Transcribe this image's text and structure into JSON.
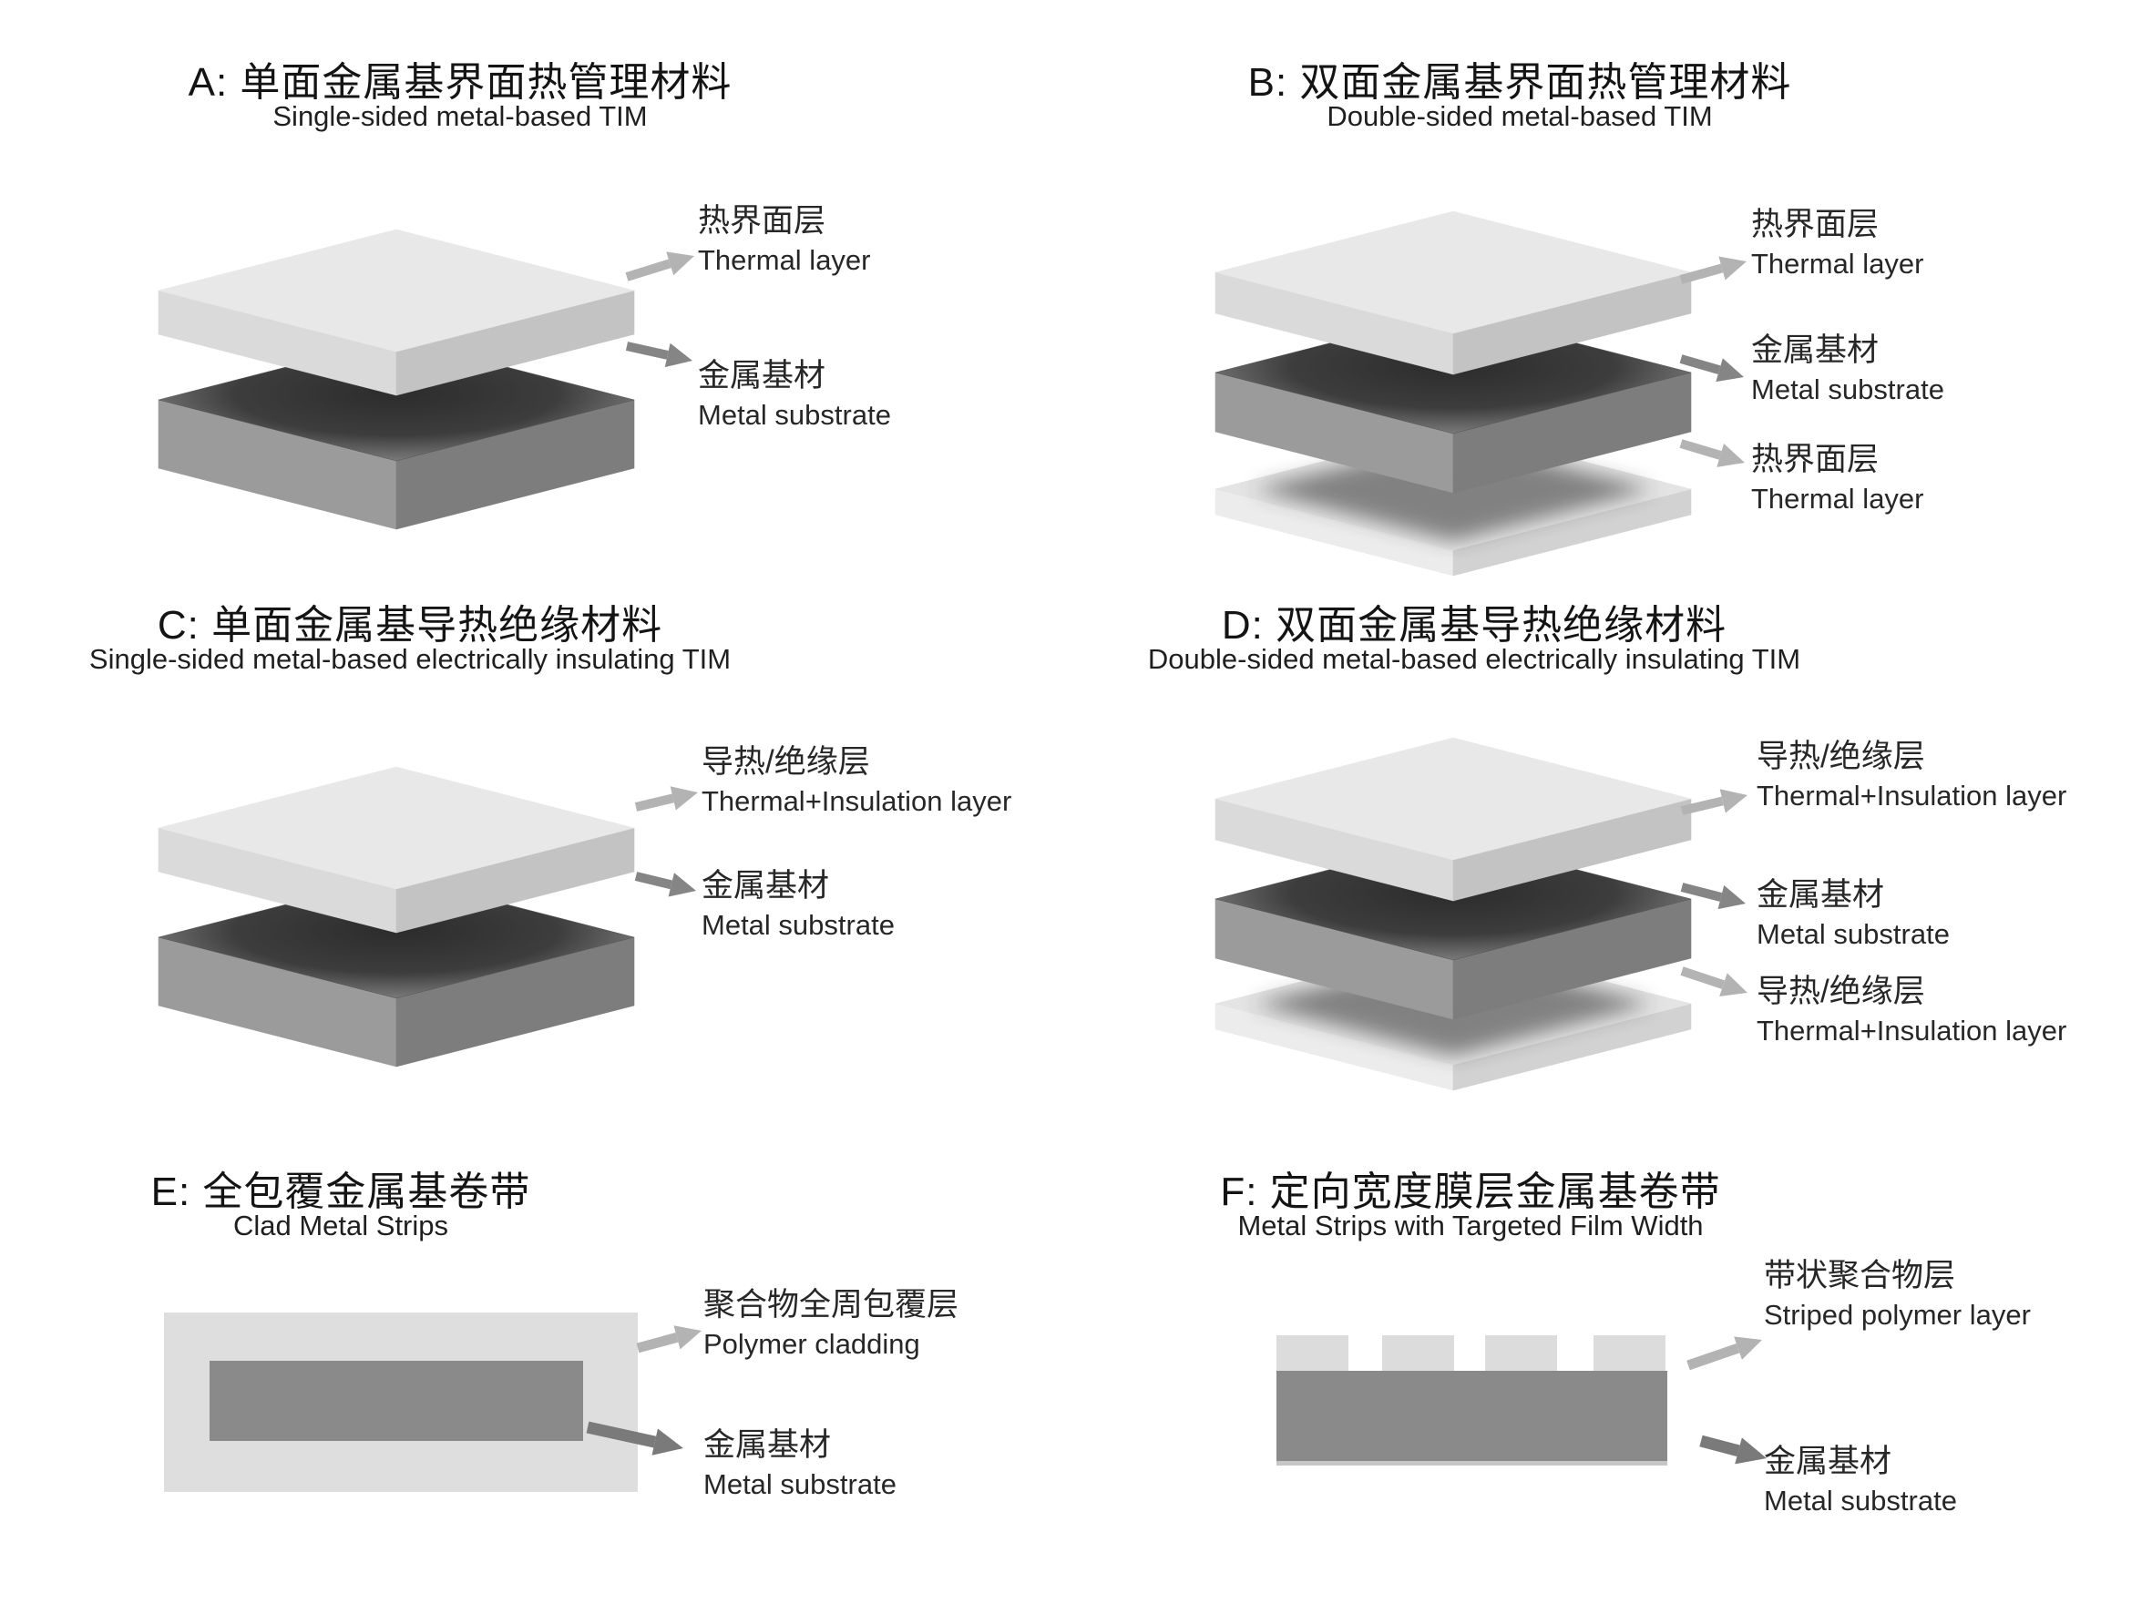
{
  "figure": {
    "description": "Six-panel schematic of metal-based thermal interface material product types",
    "background": "#ffffff"
  },
  "colors": {
    "thermal_layer_top": "#e8e8e8",
    "thermal_layer_left": "#dadada",
    "thermal_layer_right": "#c3c3c3",
    "metal_top_shaded": "#3d3d3d",
    "metal_left": "#9b9b9b",
    "metal_right": "#7d7d7d",
    "thin_layer_top": "#e4e4e4",
    "thin_layer_left": "#ececec",
    "thin_layer_right": "#d2d2d2",
    "polymer_cladding": "#dedede",
    "metal_rect": "#8a8a8a",
    "stripe": "#dcdcdc",
    "bottom_strip": "#c6c6c6",
    "arrow_light": "#b3b3b3",
    "arrow_dark": "#858585",
    "arrow_darker": "#7a7a7a",
    "text": "#141414"
  },
  "panels": [
    {
      "id": "A",
      "title": "A: 单面金属基界面热管理材料",
      "subtitle": "Single-sided metal-based TIM",
      "labels": [
        {
          "zh": "热界面层",
          "en": "Thermal layer"
        },
        {
          "zh": "金属基材",
          "en": "Metal substrate"
        }
      ]
    },
    {
      "id": "B",
      "title": "B: 双面金属基界面热管理材料",
      "subtitle": "Double-sided metal-based TIM",
      "labels": [
        {
          "zh": "热界面层",
          "en": "Thermal layer"
        },
        {
          "zh": "金属基材",
          "en": "Metal substrate"
        },
        {
          "zh": "热界面层",
          "en": "Thermal layer"
        }
      ]
    },
    {
      "id": "C",
      "title": "C: 单面金属基导热绝缘材料",
      "subtitle": "Single-sided metal-based electrically insulating TIM",
      "labels": [
        {
          "zh": "导热/绝缘层",
          "en": "Thermal+Insulation layer"
        },
        {
          "zh": "金属基材",
          "en": "Metal substrate"
        }
      ]
    },
    {
      "id": "D",
      "title": "D: 双面金属基导热绝缘材料",
      "subtitle": "Double-sided metal-based electrically insulating TIM",
      "labels": [
        {
          "zh": "导热/绝缘层",
          "en": "Thermal+Insulation layer"
        },
        {
          "zh": "金属基材",
          "en": "Metal substrate"
        },
        {
          "zh": "导热/绝缘层",
          "en": "Thermal+Insulation layer"
        }
      ]
    },
    {
      "id": "E",
      "title": "E: 全包覆金属基卷带",
      "subtitle": "Clad Metal Strips",
      "labels": [
        {
          "zh": "聚合物全周包覆层",
          "en": "Polymer cladding"
        },
        {
          "zh": "金属基材",
          "en": "Metal substrate"
        }
      ]
    },
    {
      "id": "F",
      "title": "F: 定向宽度膜层金属基卷带",
      "subtitle": "Metal Strips with Targeted Film Width",
      "labels": [
        {
          "zh": "带状聚合物层",
          "en": "Striped polymer layer"
        },
        {
          "zh": "金属基材",
          "en": "Metal substrate"
        }
      ]
    }
  ]
}
